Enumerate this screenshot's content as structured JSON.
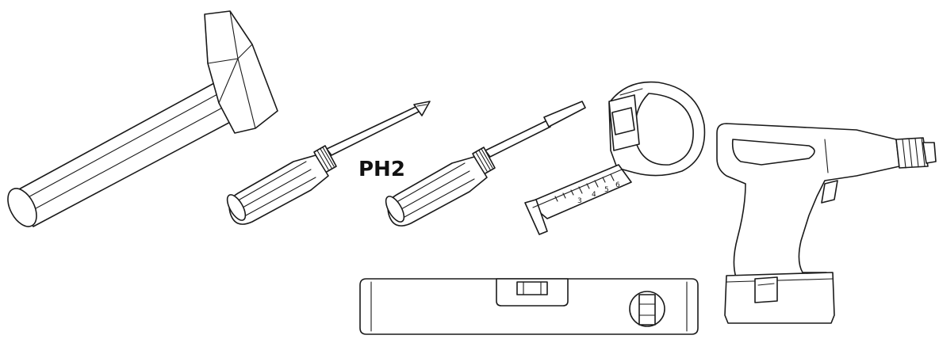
{
  "illustration": {
    "tools": [
      {
        "id": "hammer",
        "icon": "hammer-icon"
      },
      {
        "id": "phillips-screwdriver",
        "icon": "phillips-screwdriver-icon",
        "label": "PH2"
      },
      {
        "id": "flat-screwdriver",
        "icon": "flat-screwdriver-icon"
      },
      {
        "id": "tape-measure",
        "icon": "tape-measure-icon",
        "scale": [
          "3",
          "4",
          "5",
          "6"
        ]
      },
      {
        "id": "cordless-drill",
        "icon": "cordless-drill-icon"
      },
      {
        "id": "spirit-level",
        "icon": "spirit-level-icon"
      }
    ],
    "colors": {
      "line": "#1a1a1a",
      "background": "#ffffff"
    }
  }
}
